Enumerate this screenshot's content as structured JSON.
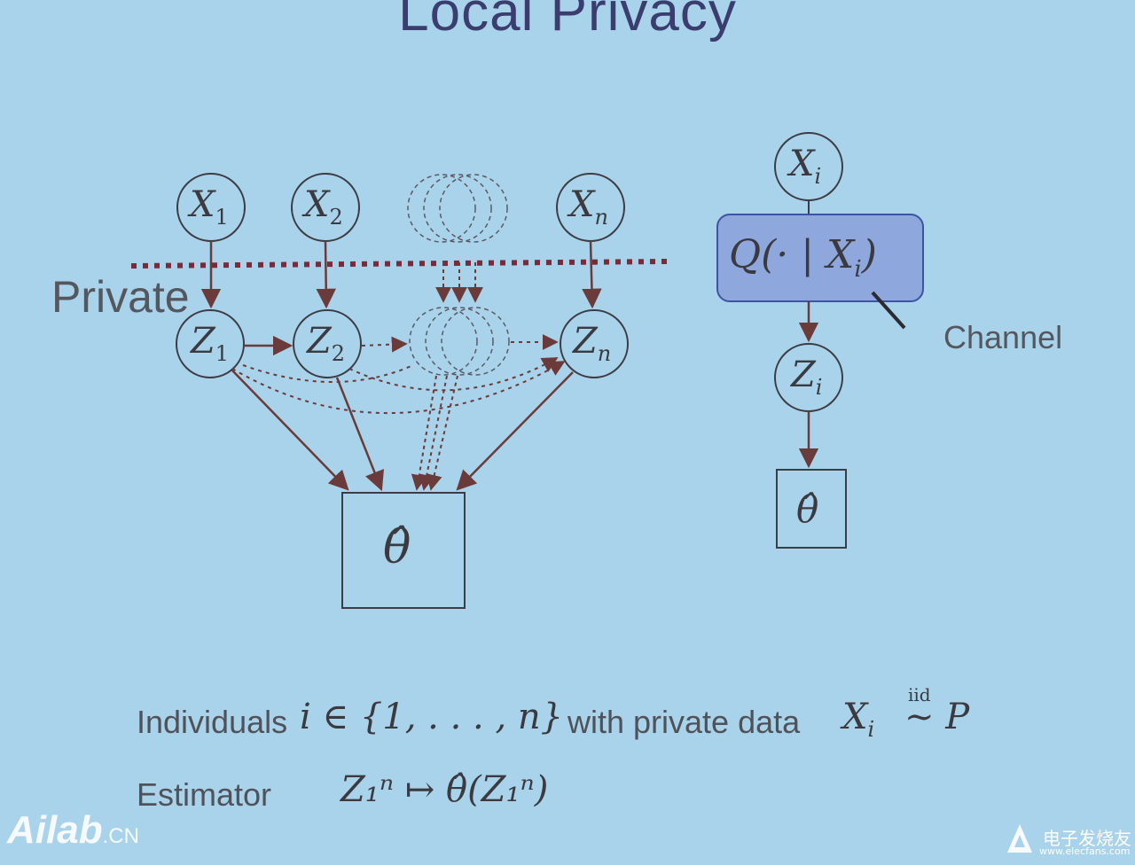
{
  "slide": {
    "title": "Local Privacy",
    "private_label": "Private",
    "channel_label": "Channel"
  },
  "left_diagram": {
    "x_nodes": [
      {
        "base": "X",
        "sub": "1"
      },
      {
        "base": "X",
        "sub": "2"
      },
      {
        "base": "X",
        "sub": "n"
      }
    ],
    "z_nodes": [
      {
        "base": "Z",
        "sub": "1"
      },
      {
        "base": "Z",
        "sub": "2"
      },
      {
        "base": "Z",
        "sub": "n"
      }
    ],
    "estimator": "θ̂"
  },
  "right_diagram": {
    "x_node": {
      "base": "X",
      "sub": "i"
    },
    "channel": {
      "prefix": "Q(· | X",
      "sub": "i",
      "suffix": ")"
    },
    "z_node": {
      "base": "Z",
      "sub": "i"
    },
    "estimator": "θ̂"
  },
  "bottom": {
    "line1_text": "Individuals",
    "line1_math_a": "i ∈ {1, . . . , n}",
    "line1_text2": "with private data",
    "line1_math_b_base": "X",
    "line1_math_b_sub": "i",
    "line1_iid": "iid",
    "line1_math_b_rest": "∼ P",
    "line2_text": "Estimator",
    "line2_math": "Z₁ⁿ ↦ θ̂(Z₁ⁿ)"
  },
  "watermarks": {
    "left_brand": "Ailab",
    "left_suffix": ".CN",
    "right_cn": "电子发烧友",
    "right_url": "www.elecfans.com"
  },
  "colors": {
    "background": "#a9d3ea",
    "title": "#3a3d6e",
    "channel_fill": "#8ea8dd",
    "arrow": "#6b3a3a",
    "dotted_line": "#7a2a3a"
  }
}
